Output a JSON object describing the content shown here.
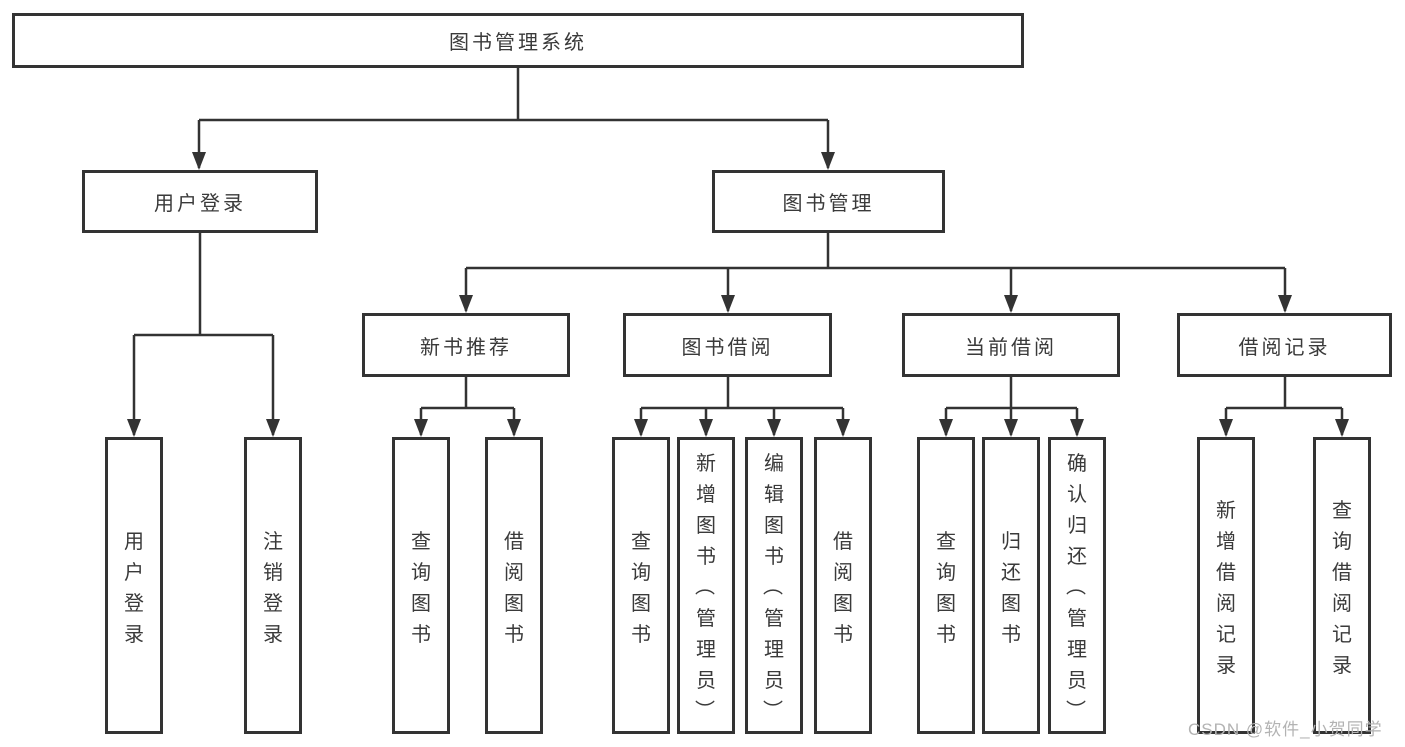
{
  "tree": {
    "label": "图书管理系统",
    "children": [
      {
        "label": "用户登录",
        "children": [
          {
            "label": "用户登录"
          },
          {
            "label": "注销登录"
          }
        ]
      },
      {
        "label": "图书管理",
        "children": [
          {
            "label": "新书推荐",
            "children": [
              {
                "label": "查询图书"
              },
              {
                "label": "借阅图书"
              }
            ]
          },
          {
            "label": "图书借阅",
            "children": [
              {
                "label": "查询图书"
              },
              {
                "label": "新增图书（管理员）"
              },
              {
                "label": "编辑图书（管理员）"
              },
              {
                "label": "借阅图书"
              }
            ]
          },
          {
            "label": "当前借阅",
            "children": [
              {
                "label": "查询图书"
              },
              {
                "label": "归还图书"
              },
              {
                "label": "确认归还（管理员）"
              }
            ]
          },
          {
            "label": "借阅记录",
            "children": [
              {
                "label": "新增借阅记录"
              },
              {
                "label": "查询借阅记录"
              }
            ]
          }
        ]
      }
    ]
  },
  "watermark": {
    "text": "CSDN @软件_小贺同学"
  },
  "colors": {
    "line": "#333333",
    "text": "#3a3a3a",
    "watermark": "#b3b3b3",
    "background": "#ffffff"
  }
}
